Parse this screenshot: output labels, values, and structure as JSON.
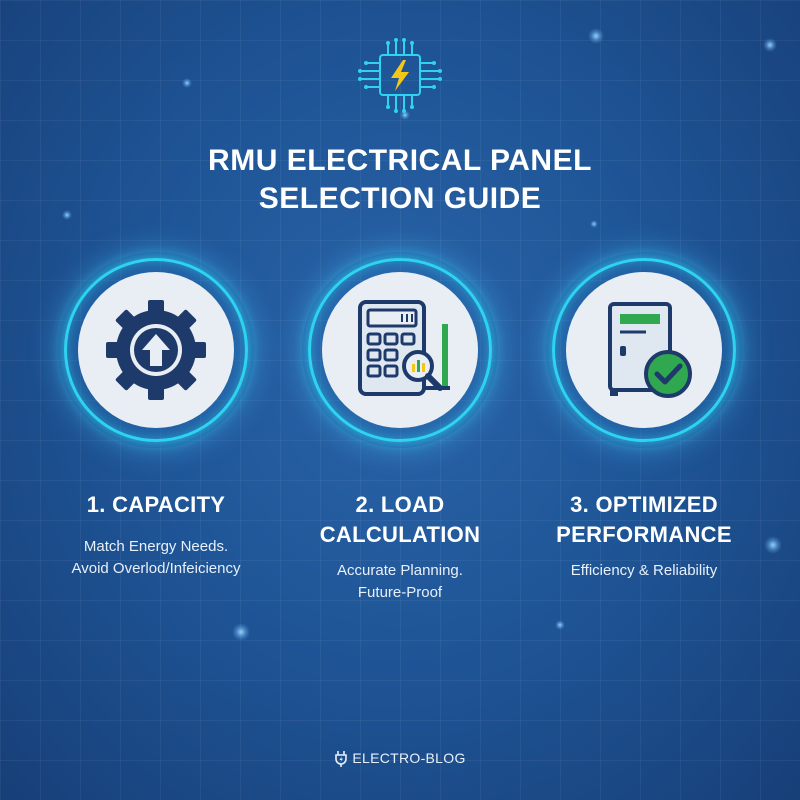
{
  "title": {
    "line1": "RMU ELECTRICAL PANEL",
    "line2": "SELECTION GUIDE"
  },
  "steps": [
    {
      "icon": "gear-arrow-up-icon",
      "heading_line1": "1. CAPACITY",
      "heading_line2": "",
      "desc_line1": "Match Energy Needs.",
      "desc_line2": "Avoid Overlod/Infeiciency"
    },
    {
      "icon": "calculator-magnifier-icon",
      "heading_line1": "2. LOAD",
      "heading_line2": "CALCULATION",
      "desc_line1": "Accurate Planning.",
      "desc_line2": "Future-Proof"
    },
    {
      "icon": "panel-checkmark-icon",
      "heading_line1": "3. OPTIMIZED",
      "heading_line2": "PERFORMANCE",
      "desc_line1": "Efficiency & Reliability",
      "desc_line2": ""
    }
  ],
  "brand": {
    "name": "ELECTRO-BLOG",
    "icon": "plug-icon"
  },
  "colors": {
    "background": "#1f5698",
    "accent_ring": "#2ed3f0",
    "icon_navy": "#1e3a6a",
    "icon_green": "#2fa84f",
    "bolt_yellow": "#f5c518"
  }
}
